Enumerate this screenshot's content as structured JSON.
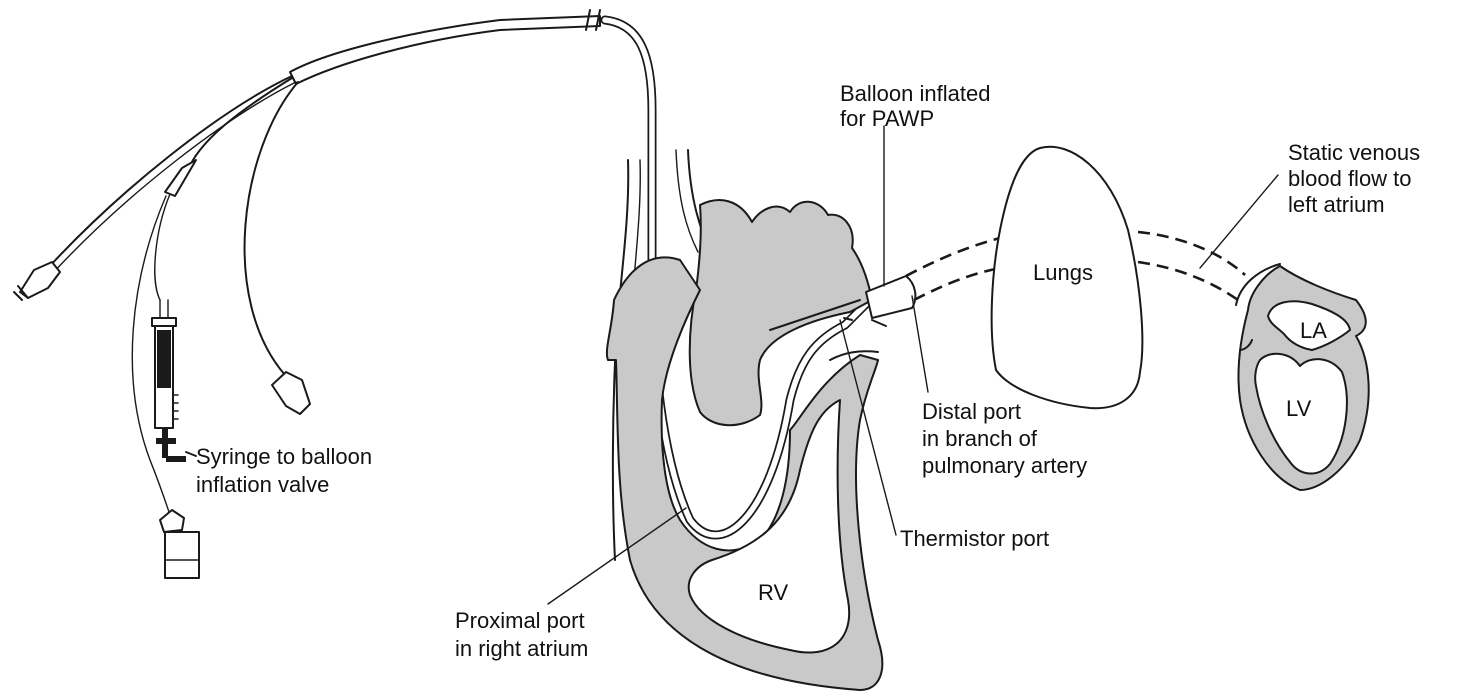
{
  "labels": {
    "balloon_line1": "Balloon inflated",
    "balloon_line2": "for PAWP",
    "static_line1": "Static venous",
    "static_line2": "blood flow to",
    "static_line3": "left atrium",
    "lungs": "Lungs",
    "la": "LA",
    "lv": "LV",
    "rv": "RV",
    "syringe_line1": "Syringe to balloon",
    "syringe_line2": "inflation valve",
    "distal_line1": "Distal port",
    "distal_line2": "in branch of",
    "distal_line3": "pulmonary artery",
    "thermistor": "Thermistor port",
    "proximal_line1": "Proximal port",
    "proximal_line2": "in right atrium"
  },
  "colors": {
    "tissue": "#c9c9c9",
    "ink": "#1a1a1a",
    "background": "#ffffff"
  }
}
